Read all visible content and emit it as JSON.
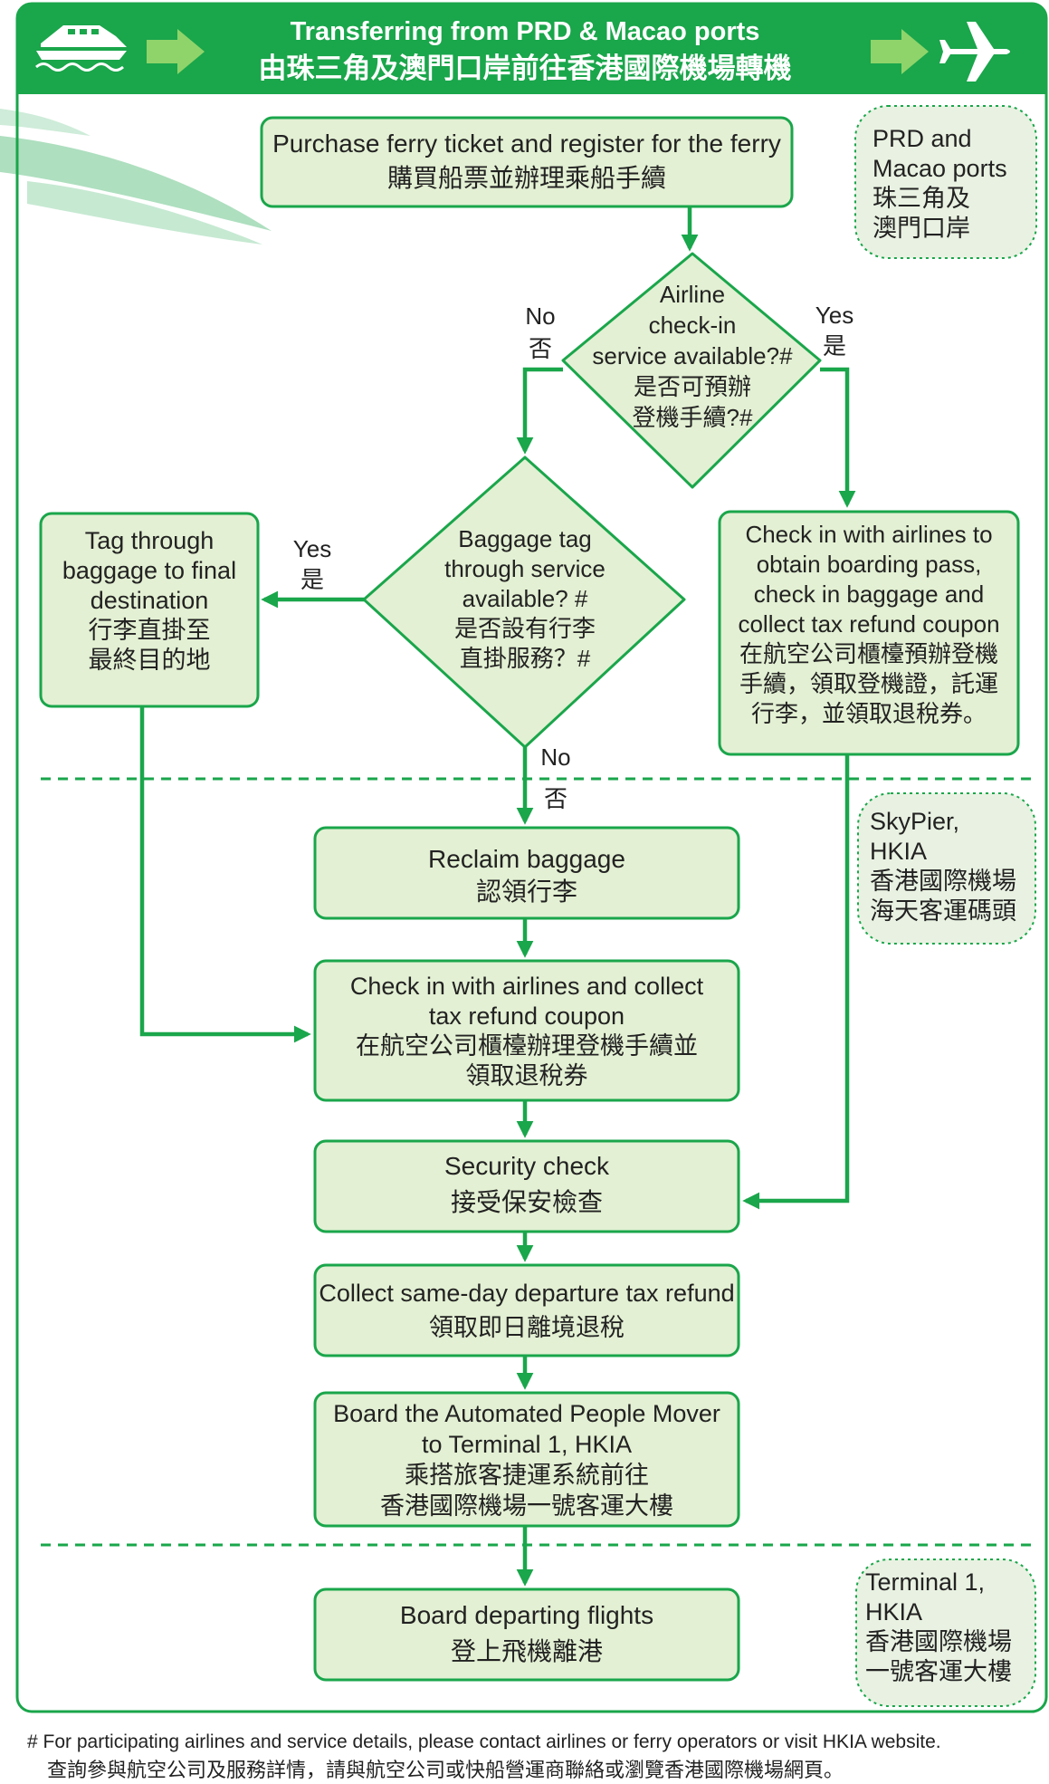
{
  "header": {
    "title_en": "Transferring from PRD & Macao ports",
    "title_zh": "由珠三角及澳門口岸前往香港國際機場轉機",
    "ferry_icon": "ferry-icon",
    "plane_icon": "airplane-icon"
  },
  "colors": {
    "green": "#1aa64b",
    "box_fill": "#e3f0d3",
    "cloud_fill": "#e9f2e2"
  },
  "zones": {
    "prd": [
      "PRD and",
      "Macao ports",
      "珠三角及",
      "澳門口岸"
    ],
    "skypier": [
      "SkyPier,",
      "HKIA",
      "香港國際機場",
      "海天客運碼頭"
    ],
    "terminal": [
      "Terminal 1,",
      "HKIA",
      "香港國際機場",
      "一號客運大樓"
    ]
  },
  "steps": {
    "purchase": [
      "Purchase ferry ticket and register for the ferry",
      "購買船票並辦理乘船手續"
    ],
    "airline_q": [
      "Airline",
      "check-in",
      "service available?#",
      "是否可預辦",
      "登機手續?#"
    ],
    "baggage_q": [
      "Baggage tag",
      "through service",
      "available? #",
      "是否設有行李",
      "直掛服務？#"
    ],
    "tag_through": [
      "Tag through",
      "baggage to final",
      "destination",
      "行李直掛至",
      "最終目的地"
    ],
    "check_in_prd": [
      "Check in with airlines to",
      "obtain boarding pass,",
      "check in baggage and",
      "collect tax refund coupon",
      "在航空公司櫃檯預辦登機",
      "手續，領取登機證，託運",
      "行李，並領取退稅券。"
    ],
    "reclaim": [
      "Reclaim baggage",
      "認領行李"
    ],
    "check_in_hkia": [
      "Check in with airlines and collect",
      "tax refund coupon",
      "在航空公司櫃檯辦理登機手續並",
      "領取退稅券"
    ],
    "security": [
      "Security check",
      "接受保安檢查"
    ],
    "refund": [
      "Collect same-day departure tax refund",
      "領取即日離境退稅"
    ],
    "apm": [
      "Board the Automated People Mover",
      "to Terminal 1, HKIA",
      "乘搭旅客捷運系統前往",
      "香港國際機場一號客運大樓"
    ],
    "board": [
      "Board departing flights",
      "登上飛機離港"
    ]
  },
  "branch_labels": {
    "airline_no": [
      "No",
      "否"
    ],
    "airline_yes": [
      "Yes",
      "是"
    ],
    "baggage_yes": [
      "Yes",
      "是"
    ],
    "baggage_no": [
      "No",
      "否"
    ]
  },
  "footnote": {
    "en": "# For participating airlines and service details,  please contact airlines or ferry operators or visit HKIA website.",
    "zh": "查詢參與航空公司及服務詳情，請與航空公司或快船營運商聯絡或瀏覽香港國際機場網頁。"
  }
}
